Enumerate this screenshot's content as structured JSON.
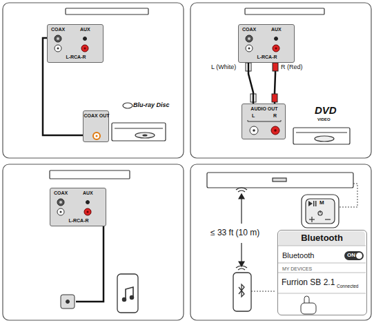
{
  "diagram": {
    "nodes": [
      {
        "text": [
          "COAX",
          "AUX",
          "L-RCA-R"
        ]
      },
      {
        "text": [
          "COAX OUT"
        ]
      },
      {
        "text": [
          "COAX",
          "AUX",
          "L-RCA-R"
        ]
      },
      {
        "text": [
          "AUDIO OUT",
          "L",
          "R"
        ]
      },
      {
        "text": [
          "COAX",
          "AUX",
          "L-RCA-R"
        ]
      },
      {
        "text": [
          "Bluetooth",
          "Bluetooth",
          "MY DEVICES"
        ]
      },
      {
        "text": [
          "ON"
        ],
        "in": 5
      },
      {
        "text": [
          "Furrion SB 2.1",
          "Connected"
        ],
        "in": 5
      }
    ],
    "edges": [
      {
        "from": 0,
        "to": 1,
        "arrow": "none"
      },
      {
        "from": 2,
        "to": 3,
        "arrow": "none"
      }
    ],
    "labels": [
      "Blu-ray Disc",
      "L (White)",
      "R (Red)",
      "DVD",
      "VIDEO",
      "M",
      "≤ 33 ft (10 m)"
    ]
  }
}
